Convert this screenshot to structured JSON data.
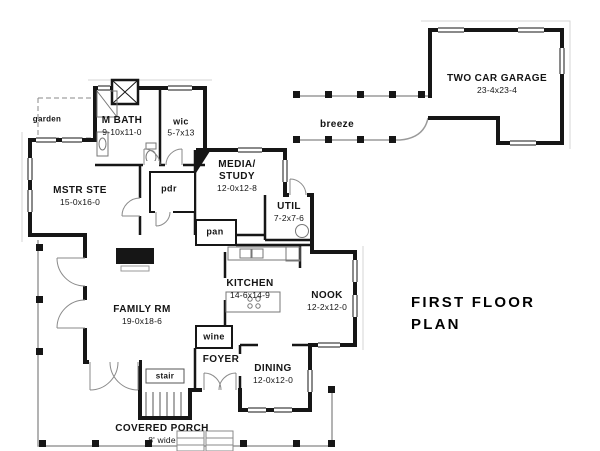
{
  "title": "FIRST FLOOR\nPLAN",
  "labels": {
    "garage": {
      "name": "TWO CAR GARAGE",
      "dims": "23-4x23-4"
    },
    "breeze": {
      "name": "breeze"
    },
    "garden": {
      "name": "garden"
    },
    "mbath": {
      "name": "M BATH",
      "dims": "9-10x11-0"
    },
    "wic": {
      "name": "wic",
      "dims": "5-7x13"
    },
    "media": {
      "name": "MEDIA/\nSTUDY",
      "dims": "12-0x12-8"
    },
    "mstr": {
      "name": "MSTR STE",
      "dims": "15-0x16-0"
    },
    "pdr": {
      "name": "pdr"
    },
    "util": {
      "name": "UTIL",
      "dims": "7-2x7-6"
    },
    "pan": {
      "name": "pan"
    },
    "kitchen": {
      "name": "KITCHEN",
      "dims": "14-6x14-9"
    },
    "nook": {
      "name": "NOOK",
      "dims": "12-2x12-0"
    },
    "family": {
      "name": "FAMILY RM",
      "dims": "19-0x18-6"
    },
    "wine": {
      "name": "wine"
    },
    "foyer": {
      "name": "FOYER"
    },
    "dining": {
      "name": "DINING",
      "dims": "12-0x12-0"
    },
    "stair": {
      "name": "stair"
    },
    "porch": {
      "name": "COVERED PORCH",
      "dims": "8' wide"
    }
  },
  "colors": {
    "wall": "#161616",
    "thin_line": "#9a9a9a",
    "fixture": "#777777",
    "background": "#ffffff"
  }
}
